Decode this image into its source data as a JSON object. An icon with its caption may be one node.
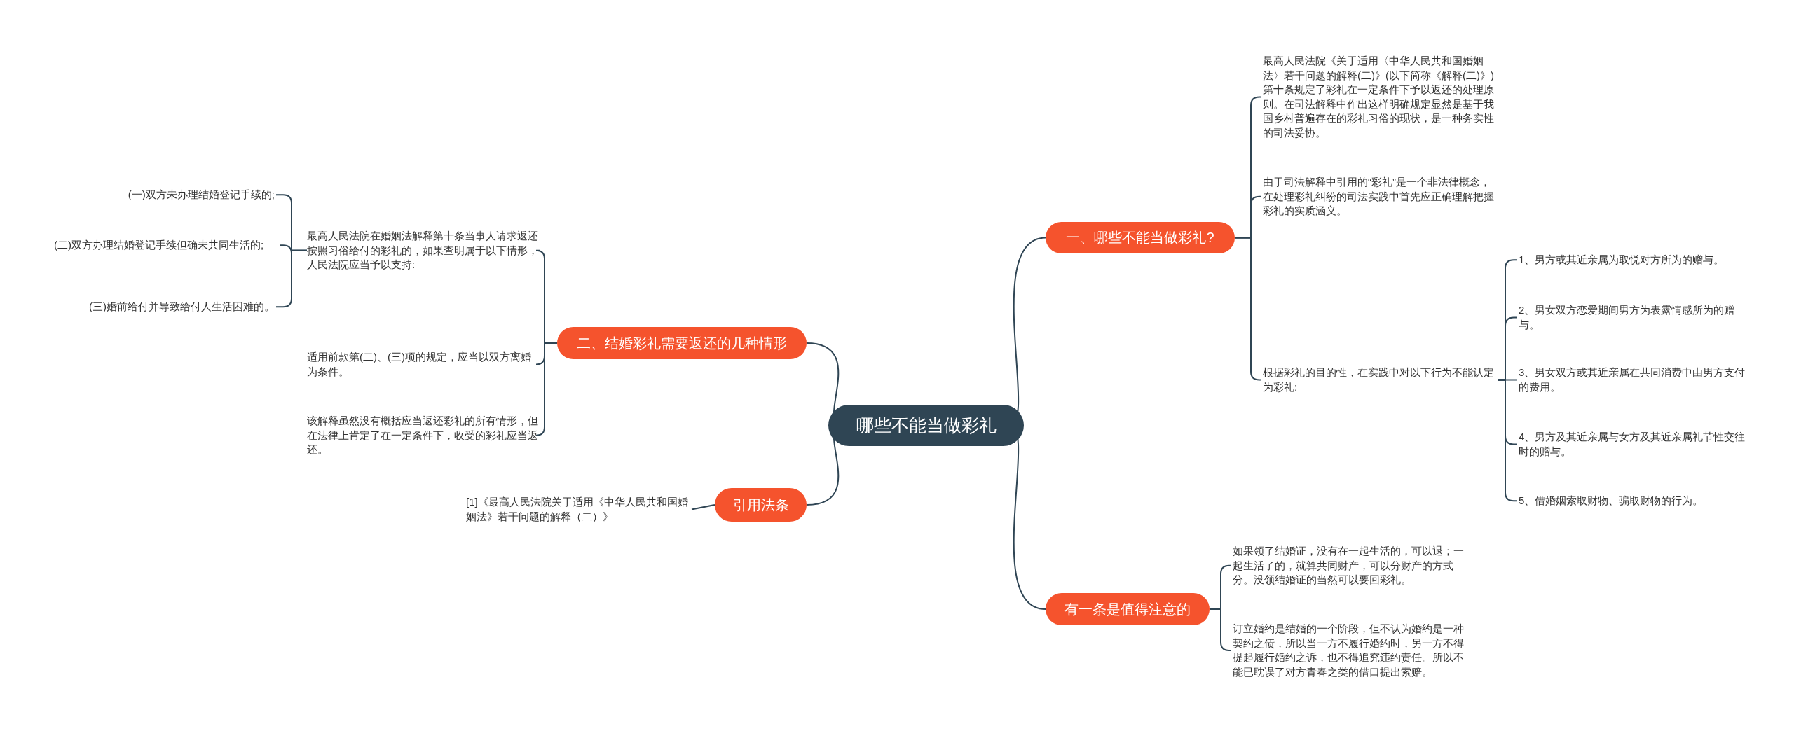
{
  "diagram": {
    "nodes": [
      {
        "text": [
          "哪些不能当做彩礼"
        ]
      },
      {
        "text": [
          "一、哪些不能当做彩礼?"
        ]
      },
      {
        "text": [
          "最高人民法院《关于适用〈中华人民共和国婚姻法〉若干问题的解释(二)》(以下简称《解释(二)》)第十条规定了彩礼在一定条件下予以返还的处理原则。在司法解释中作出这样明确规定显然是基于我国乡村普遍存在的彩礼习俗的现状，是一种务实性的司法妥协。"
        ]
      },
      {
        "text": [
          "由于司法解释中引用的“彩礼”是一个非法律概念，在处理彩礼纠纷的司法实践中首先应正确理解把握彩礼的实质涵义。"
        ]
      },
      {
        "text": [
          "根据彩礼的目的性，在实践中对以下行为不能认定为彩礼:"
        ]
      },
      {
        "text": [
          "1、男方或其近亲属为取悦对方所为的赠与。"
        ]
      },
      {
        "text": [
          "2、男女双方恋爱期间男方为表露情感所为的赠与。"
        ]
      },
      {
        "text": [
          "3、男女双方或其近亲属在共同消费中由男方支付的费用。"
        ]
      },
      {
        "text": [
          "4、男方及其近亲属与女方及其近亲属礼节性交往时的赠与。"
        ]
      },
      {
        "text": [
          "5、借婚姻索取财物、骗取财物的行为。"
        ]
      },
      {
        "text": [
          "二、结婚彩礼需要返还的几种情形"
        ]
      },
      {
        "text": [
          "最高人民法院在婚姻法解释第十条当事人请求返还按照习俗给付的彩礼的，如果查明属于以下情形，人民法院应当予以支持:"
        ]
      },
      {
        "text": [
          "(一)双方未办理结婚登记手续的;"
        ]
      },
      {
        "text": [
          "(二)双方办理结婚登记手续但确未共同生活的;"
        ]
      },
      {
        "text": [
          "(三)婚前给付并导致给付人生活困难的。"
        ]
      },
      {
        "text": [
          "适用前款第(二)、(三)项的规定，应当以双方离婚为条件。"
        ]
      },
      {
        "text": [
          "该解释虽然没有概括应当返还彩礼的所有情形，但在法律上肯定了在一定条件下，收受的彩礼应当返还。"
        ]
      },
      {
        "text": [
          "引用法条"
        ]
      },
      {
        "text": [
          "[1]《最高人民法院关于适用《中华人民共和国婚姻法》若干问题的解释（二）》"
        ]
      },
      {
        "text": [
          "有一条是值得注意的"
        ]
      },
      {
        "text": [
          "如果领了结婚证，没有在一起生活的，可以退；一起生活了的，就算共同财产，可以分财产的方式分。没领结婚证的当然可以要回彩礼。"
        ]
      },
      {
        "text": [
          "订立婚约是结婚的一个阶段，但不认为婚约是一种契约之债，所以当一方不履行婚约时，另一方不得提起履行婚约之诉，也不得追究违约责任。所以不能已耽误了对方青春之类的借口提出索赔。"
        ]
      }
    ],
    "edges": [
      {
        "from": 0,
        "to": 1,
        "arrow": "none"
      },
      {
        "from": 1,
        "to": 2,
        "arrow": "none"
      },
      {
        "from": 1,
        "to": 3,
        "arrow": "none"
      },
      {
        "from": 1,
        "to": 4,
        "arrow": "none"
      },
      {
        "from": 4,
        "to": 5,
        "arrow": "none"
      },
      {
        "from": 4,
        "to": 6,
        "arrow": "none"
      },
      {
        "from": 4,
        "to": 7,
        "arrow": "none"
      },
      {
        "from": 4,
        "to": 8,
        "arrow": "none"
      },
      {
        "from": 4,
        "to": 9,
        "arrow": "none"
      },
      {
        "from": 0,
        "to": 10,
        "arrow": "none"
      },
      {
        "from": 10,
        "to": 11,
        "arrow": "none"
      },
      {
        "from": 11,
        "to": 12,
        "arrow": "none"
      },
      {
        "from": 11,
        "to": 13,
        "arrow": "none"
      },
      {
        "from": 11,
        "to": 14,
        "arrow": "none"
      },
      {
        "from": 10,
        "to": 15,
        "arrow": "none"
      },
      {
        "from": 10,
        "to": 16,
        "arrow": "none"
      },
      {
        "from": 0,
        "to": 17,
        "arrow": "none"
      },
      {
        "from": 17,
        "to": 18,
        "arrow": "none"
      },
      {
        "from": 0,
        "to": 19,
        "arrow": "none"
      },
      {
        "from": 19,
        "to": 20,
        "arrow": "none"
      },
      {
        "from": 19,
        "to": 21,
        "arrow": "none"
      }
    ]
  }
}
